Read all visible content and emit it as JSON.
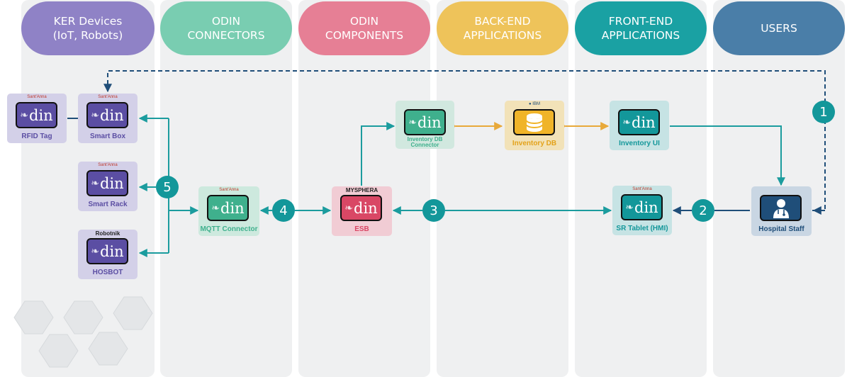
{
  "headers": {
    "ker": {
      "line1": "KER Devices",
      "line2": "(IoT, Robots)"
    },
    "connectors": {
      "line1": "ODIN",
      "line2": "CONNECTORS"
    },
    "components": {
      "line1": "ODIN",
      "line2": "COMPONENTS"
    },
    "backend": {
      "line1": "BACK-END",
      "line2": "APPLICATIONS"
    },
    "frontend": {
      "line1": "FRONT-END",
      "line2": "APPLICATIONS"
    },
    "users": {
      "line1": "USERS"
    }
  },
  "logo_text": "din",
  "nodes": {
    "rfid_tag": "RFID Tag",
    "smart_box": "Smart Box",
    "smart_rack": "Smart Rack",
    "hosbot": "HOSBOT",
    "hosbot_brand": "Robotnik",
    "mqtt_connector": "MQTT Connector",
    "esb": "ESB",
    "esb_brand": "MYSPHERA",
    "inventory_db_connector": "Inventory DB Connector",
    "inventory_db": "Inventory DB",
    "inventory_ui": "Inventory UI",
    "sr_tablet": "SR Tablet (HMI)",
    "hospital_staff": "Hospital Staff"
  },
  "badges": [
    "1",
    "2",
    "3",
    "4",
    "5"
  ],
  "colors": {
    "ker": "#8f82c6",
    "connectors": "#79cdb1",
    "components": "#e67f95",
    "backend": "#eec35a",
    "frontend": "#1aa1a3",
    "users": "#4a7ea8",
    "arrow_teal": "#1b9c9e",
    "arrow_orange": "#e8a93a",
    "arrow_navy": "#1f4e79"
  }
}
